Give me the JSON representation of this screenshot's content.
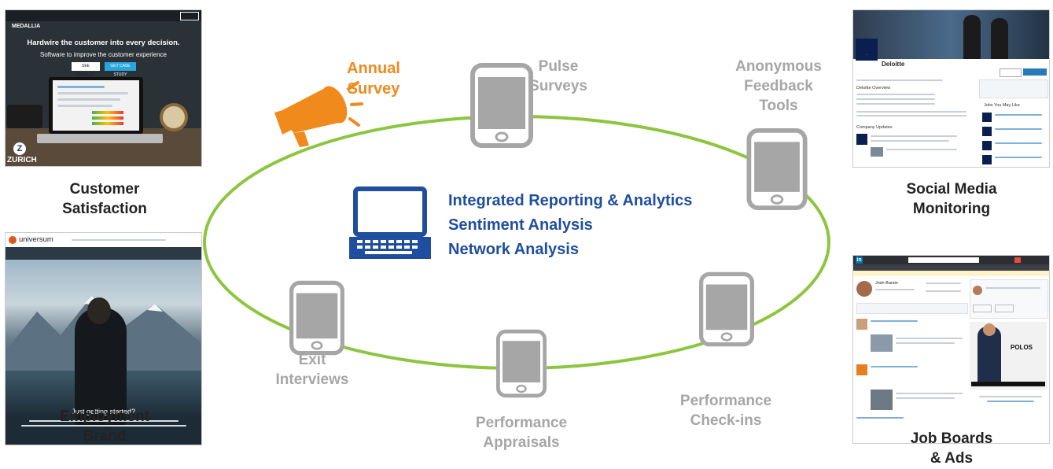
{
  "center": {
    "lines": [
      "Integrated Reporting & Analytics",
      "Sentiment Analysis",
      "Network Analysis"
    ]
  },
  "orange_label": [
    "Annual",
    "Survey"
  ],
  "channels": {
    "pulse": [
      "Pulse",
      "Surveys"
    ],
    "anonymous": [
      "Anonymous",
      "Feedback",
      "Tools"
    ],
    "exit": [
      "Exit",
      "Interviews"
    ],
    "appraisals": [
      "Performance",
      "Appraisals"
    ],
    "checkins": [
      "Performance",
      "Check-ins"
    ]
  },
  "corners": {
    "customer": {
      "caption": [
        "Customer",
        "Satisfaction"
      ],
      "brand": "MEDALLIA",
      "headline": "Hardwire the customer into every decision.",
      "subhead": "Software to improve the customer experience",
      "btn1": "SEE PRODUCT",
      "btn2": "GET CASE STUDY",
      "logo": "ZURICH"
    },
    "social": {
      "caption": [
        "Social Media",
        "Monitoring"
      ],
      "company": "Deloitte",
      "overview": "Deloitte Overview",
      "jobs": "Jobs You May Like",
      "updates": "Company Updates"
    },
    "employment": {
      "caption": [
        "Employment",
        "Brand"
      ],
      "brand": "universum",
      "tagline": "Just getting started?"
    },
    "jobboards": {
      "caption": [
        "Job Boards",
        "& Ads"
      ],
      "brand": "in",
      "ad": "POLOS",
      "person": "Josh Barsin"
    }
  },
  "colors": {
    "ellipse": "#8cc63f",
    "laptop": "#1f4e9e",
    "phone": "#a6a6a6",
    "megaphone": "#f08a1d",
    "text_blue": "#1f4e9e"
  }
}
